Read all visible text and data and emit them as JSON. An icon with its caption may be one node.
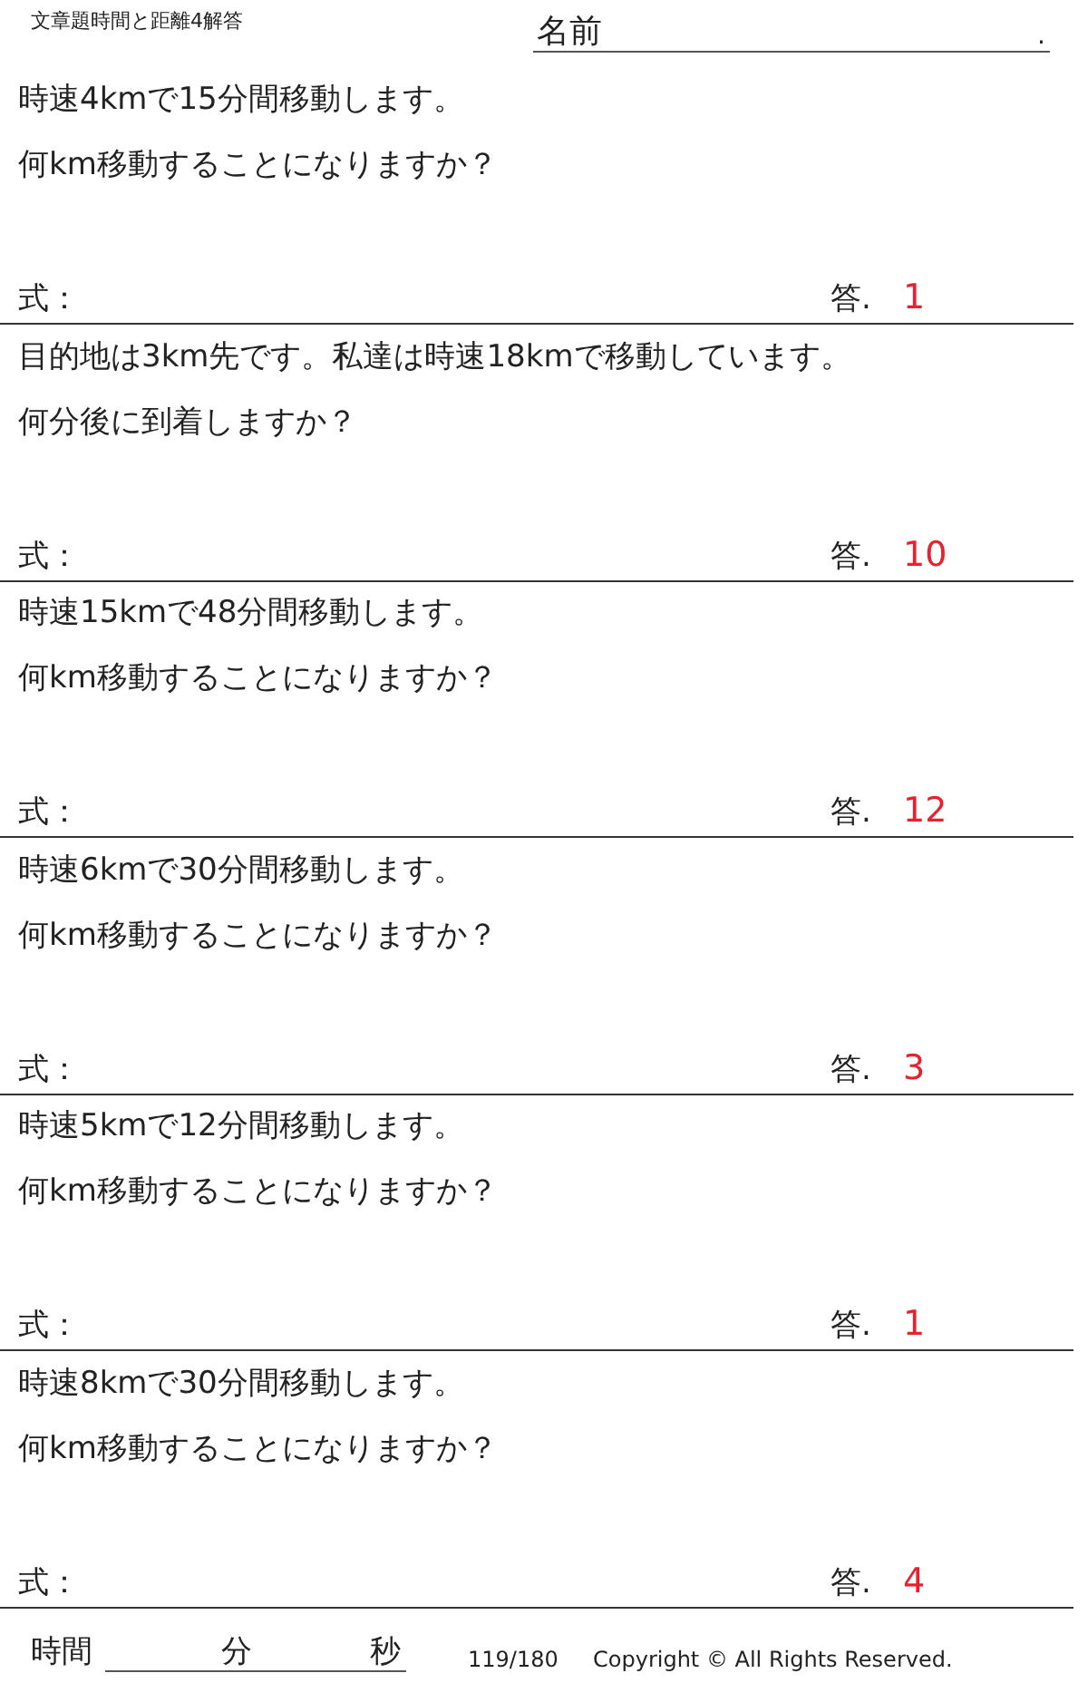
{
  "diagram": {
    "title": "文章題時間と距離4解答",
    "labels": [
      "名前",
      ".",
      "時速4kmで15分間移動します。",
      "何km移動することになりますか？",
      "式：",
      "答.",
      "1",
      "目的地は3km先です。私達は時速18kmで移動しています。",
      "何分後に到着しますか？",
      "式：",
      "答.",
      "10",
      "時速15kmで48分間移動します。",
      "何km移動することになりますか？",
      "式：",
      "答.",
      "12",
      "時速6kmで30分間移動します。",
      "何km移動することになりますか？",
      "式：",
      "答.",
      "3",
      "時速5kmで12分間移動します。",
      "何km移動することになりますか？",
      "式：",
      "答.",
      "1",
      "時速8kmで30分間移動します。",
      "何km移動することになりますか？",
      "式：",
      "答.",
      "4",
      "時間",
      "分",
      "秒",
      "119/180",
      "Copyright © All Rights Reserved."
    ]
  }
}
